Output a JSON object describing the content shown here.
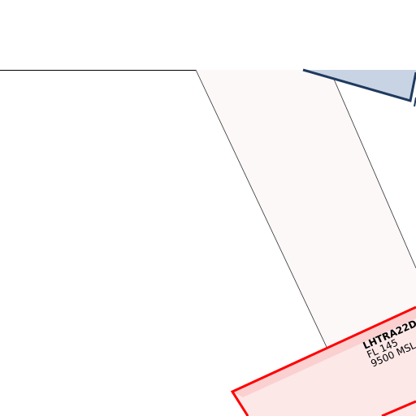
{
  "map": {
    "background_color": "#ffffff",
    "airspaces": [
      {
        "id": "lhtra22d",
        "name": "LHTRA22D",
        "upper_limit": "FL 145",
        "lower_limit": "9500 MSL",
        "stroke_color": "#ff0000",
        "fill_color": "#fde8e8"
      }
    ],
    "corridor": {
      "fill_color": "#fdf8f8",
      "stroke_color": "#333333"
    },
    "restricted_area_top": {
      "fill_color": "#c8d4e3",
      "stroke_color": "#1f3a5f"
    },
    "boundary_line_color": "#000000"
  }
}
